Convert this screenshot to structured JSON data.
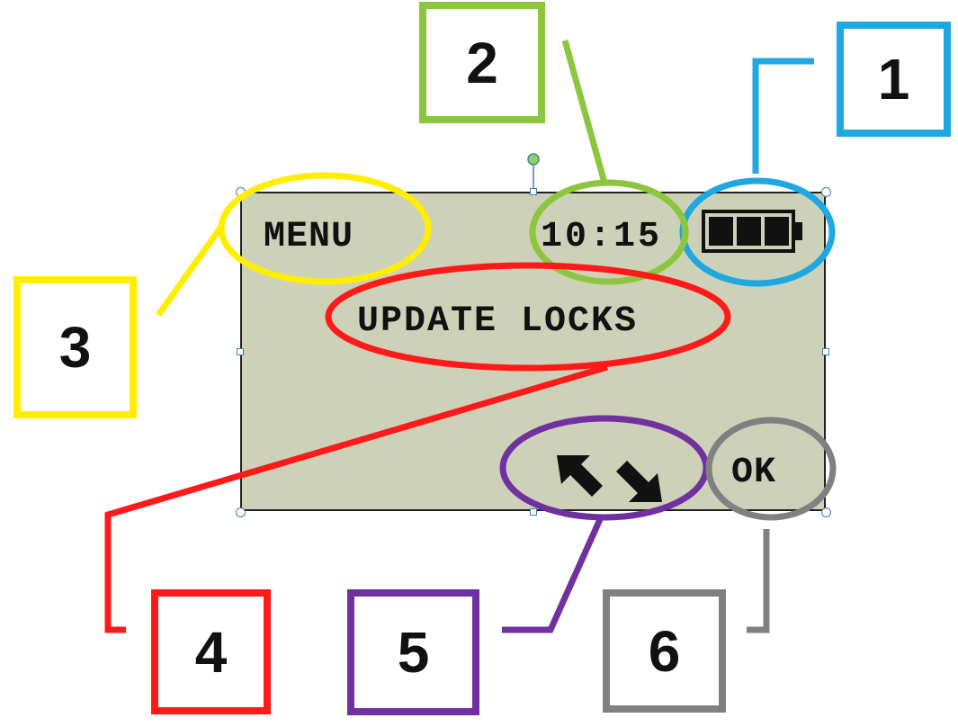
{
  "lcd": {
    "menu_label": "MENU",
    "time": "10:15",
    "title": "UPDATE LOCKS",
    "ok_label": "OK",
    "battery_level": "3/3",
    "icons": [
      "battery-icon",
      "arrow-up-left-icon",
      "arrow-down-right-icon"
    ]
  },
  "callouts": [
    {
      "number": "1",
      "color": "#1ea7e1",
      "target": "battery"
    },
    {
      "number": "2",
      "color": "#8cc63f",
      "target": "time"
    },
    {
      "number": "3",
      "color": "#ffee00",
      "target": "menu"
    },
    {
      "number": "4",
      "color": "#ff1a1a",
      "target": "title"
    },
    {
      "number": "5",
      "color": "#7030a0",
      "target": "arrows"
    },
    {
      "number": "6",
      "color": "#808080",
      "target": "ok"
    }
  ]
}
